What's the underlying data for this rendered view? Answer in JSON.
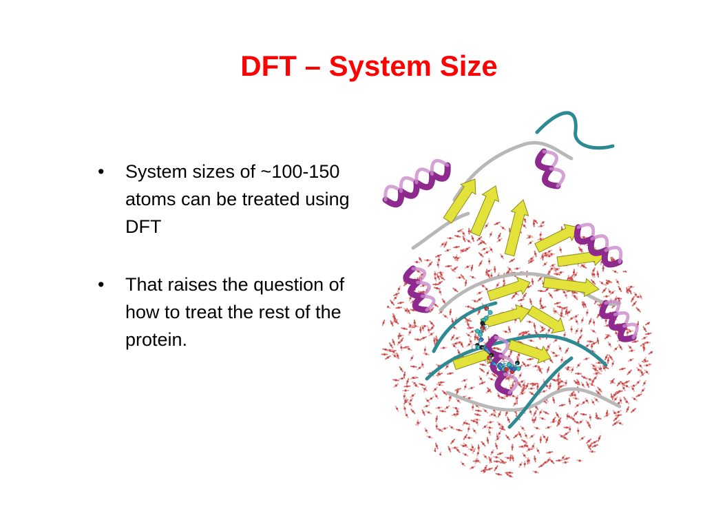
{
  "slide": {
    "title": "DFT – System Size",
    "bullets": [
      {
        "marker": "•",
        "text": "System sizes of  ~100-150 atoms can be treated using DFT"
      },
      {
        "marker": "•",
        "text": "That raises the question of how to treat the rest of the protein."
      }
    ]
  },
  "figure": {
    "icon": "protein-structure-icon",
    "colors": {
      "water": "#d9716f",
      "helix": "#8e2a8e",
      "sheet": "#e2e23a",
      "coil_teal": "#2e8a92",
      "coil_grey": "#b8b8b8"
    }
  }
}
